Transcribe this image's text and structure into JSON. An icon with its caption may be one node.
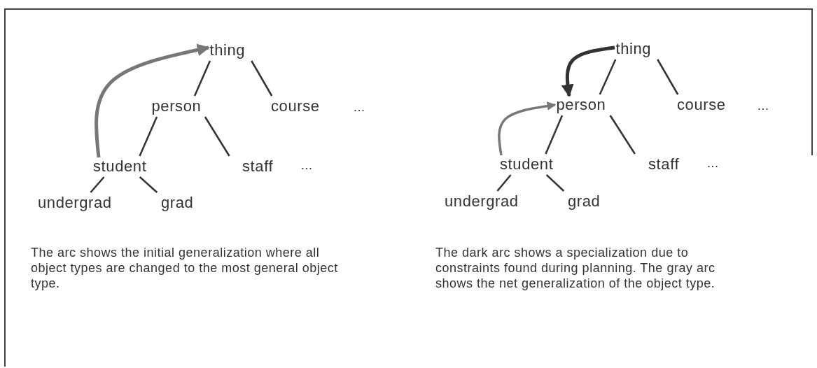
{
  "diagram": {
    "nodes": [
      {
        "text": [
          "thing"
        ]
      },
      {
        "text": [
          "person"
        ]
      },
      {
        "text": [
          "course"
        ]
      },
      {
        "text": [
          "student"
        ]
      },
      {
        "text": [
          "staff"
        ]
      },
      {
        "text": [
          "undergrad"
        ]
      },
      {
        "text": [
          "grad"
        ]
      },
      {
        "text": [
          "thing"
        ]
      },
      {
        "text": [
          "person"
        ]
      },
      {
        "text": [
          "course"
        ]
      },
      {
        "text": [
          "student"
        ]
      },
      {
        "text": [
          "staff"
        ]
      },
      {
        "text": [
          "undergrad"
        ]
      },
      {
        "text": [
          "grad"
        ]
      }
    ],
    "edges": [
      {
        "from": 0,
        "to": 1,
        "arrow": "none"
      },
      {
        "from": 0,
        "to": 2,
        "arrow": "none"
      },
      {
        "from": 1,
        "to": 3,
        "arrow": "none"
      },
      {
        "from": 1,
        "to": 4,
        "arrow": "none"
      },
      {
        "from": 3,
        "to": 5,
        "arrow": "none"
      },
      {
        "from": 3,
        "to": 6,
        "arrow": "none"
      },
      {
        "from": 7,
        "to": 8,
        "arrow": "none"
      },
      {
        "from": 7,
        "to": 9,
        "arrow": "none"
      },
      {
        "from": 8,
        "to": 10,
        "arrow": "none"
      },
      {
        "from": 8,
        "to": 11,
        "arrow": "none"
      },
      {
        "from": 10,
        "to": 12,
        "arrow": "none"
      },
      {
        "from": 10,
        "to": 13,
        "arrow": "none"
      },
      {
        "from": 3,
        "to": 0,
        "arrow": "to",
        "style": "thick",
        "color": "#777777"
      },
      {
        "from": 7,
        "to": 8,
        "arrow": "to",
        "style": "thick"
      },
      {
        "from": 10,
        "to": 8,
        "arrow": "to",
        "color": "#777777"
      }
    ],
    "labels": [
      "...",
      "...",
      "...",
      "...",
      "The arc shows the initial generalization where all object types are changed to the most general object type.",
      "The dark arc shows a specialization due to constraints found during planning.  The gray arc shows the net generalization of the object type."
    ]
  }
}
